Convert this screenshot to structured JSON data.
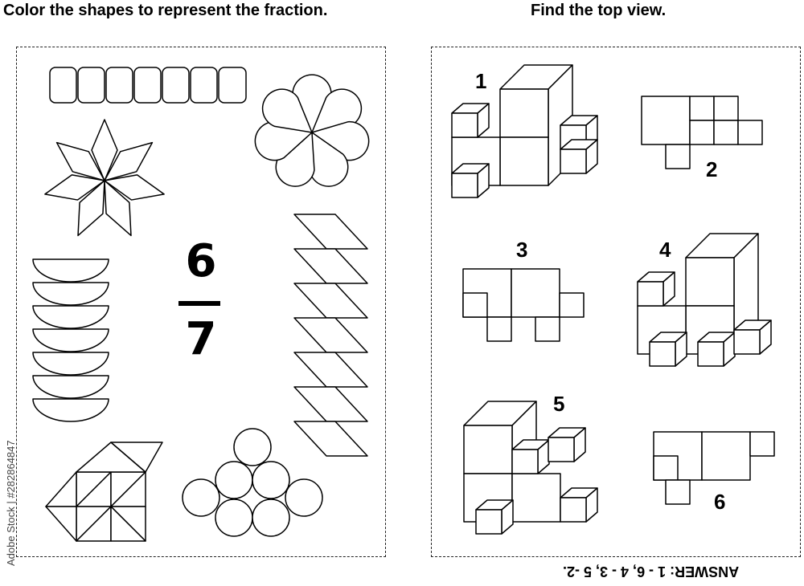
{
  "left_title": "Color the shapes to represent the fraction.",
  "right_title": "Find the top view.",
  "fraction": {
    "numerator": "6",
    "denominator": "7"
  },
  "options": {
    "one": "1",
    "two": "2",
    "three": "3",
    "four": "4",
    "five": "5",
    "six": "6"
  },
  "answer": "ANSWER: 1 - 6, 4 - 3, 5 -2.",
  "watermark": "Adobe Stock | #282864847"
}
